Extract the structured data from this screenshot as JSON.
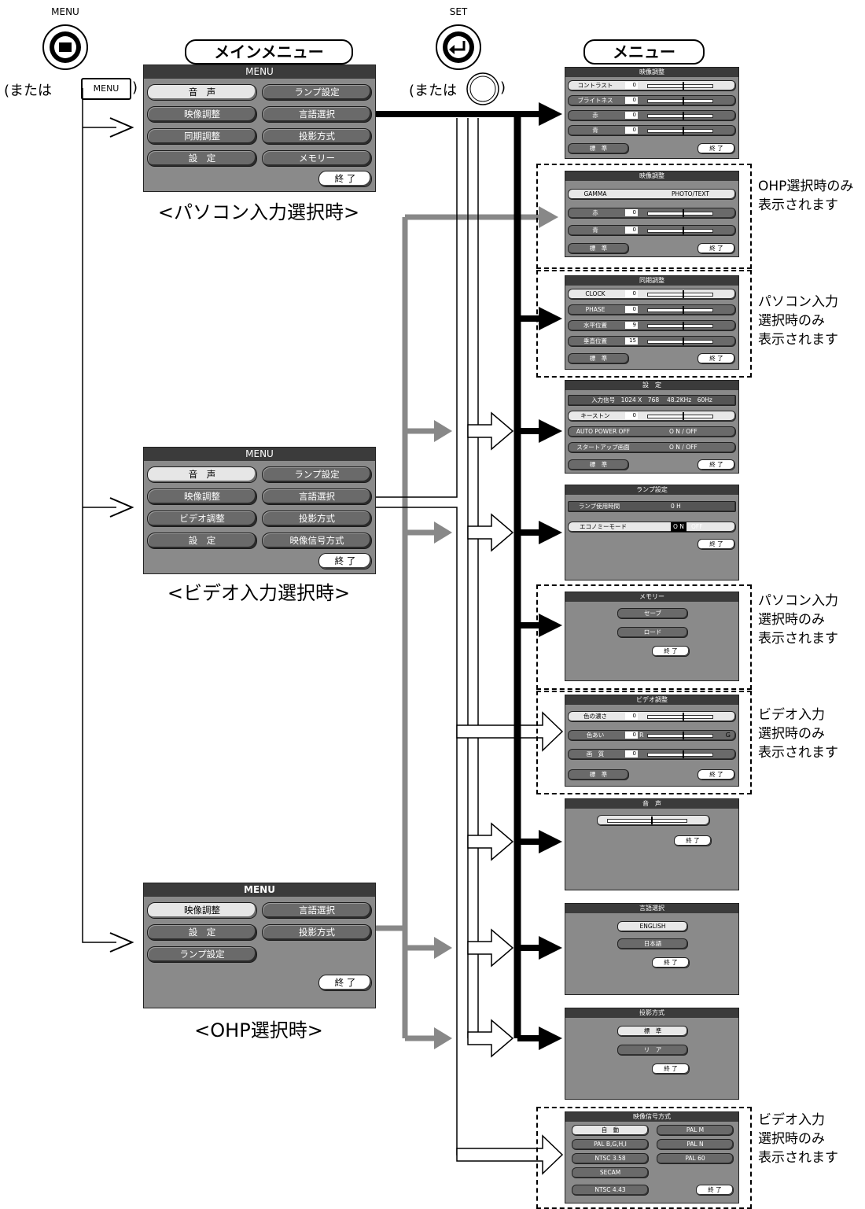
{
  "buttons": {
    "menu_label": "MENU",
    "menu_alt": "(または",
    "menu_key": "MENU",
    "menu_close": ")",
    "set_label": "SET",
    "set_alt": "(または",
    "set_close": ")"
  },
  "headings": {
    "main_menu": "メインメニュー",
    "menu": "メニュー"
  },
  "main_menus": [
    {
      "caption": "<パソコン入力選択時>",
      "header": "MENU",
      "left": [
        "音　声",
        "映像調整",
        "同期調整",
        "設　定"
      ],
      "right": [
        "ランプ設定",
        "言語選択",
        "投影方式",
        "メモリー"
      ],
      "end": "終 了"
    },
    {
      "caption": "<ビデオ入力選択時>",
      "header": "MENU",
      "left": [
        "音　声",
        "映像調整",
        "ビデオ調整",
        "設　定"
      ],
      "right": [
        "ランプ設定",
        "言語選択",
        "投影方式",
        "映像信号方式"
      ],
      "end": "終 了"
    },
    {
      "caption": "<OHP選択時>",
      "header": "MENU",
      "left": [
        "映像調整",
        "設　定",
        "ランプ設定"
      ],
      "right": [
        "言語選択",
        "投影方式"
      ],
      "end": "終 了"
    }
  ],
  "submenus": {
    "picture": {
      "title": "映像調整",
      "rows": [
        {
          "label": "コントラスト",
          "value": "0"
        },
        {
          "label": "ブライトネス",
          "value": "0"
        },
        {
          "label": "赤",
          "value": "0"
        },
        {
          "label": "青",
          "value": "0"
        }
      ],
      "reset": "標　準",
      "end": "終 了"
    },
    "picture_ohp": {
      "title": "映像調整",
      "gamma_label": "GAMMA",
      "gamma_value": "PHOTO/TEXT",
      "rows": [
        {
          "label": "赤",
          "value": "0"
        },
        {
          "label": "青",
          "value": "0"
        }
      ],
      "reset": "標　準",
      "end": "終 了"
    },
    "sync": {
      "title": "同期調整",
      "rows": [
        {
          "label": "CLOCK",
          "value": "0"
        },
        {
          "label": "PHASE",
          "value": "0"
        },
        {
          "label": "水平位置",
          "value": "9"
        },
        {
          "label": "垂直位置",
          "value": "15"
        }
      ],
      "reset": "標　準",
      "end": "終 了"
    },
    "setup": {
      "title": "設　定",
      "input_signal": "入力信号　1024 X　768　 48.2KHz　60Hz",
      "keystone_label": "キーストン",
      "keystone_value": "0",
      "auto_power": "AUTO POWER OFF",
      "auto_power_state": "O N / OFF",
      "startup": "スタートアップ画面",
      "startup_state": "O N / OFF",
      "reset": "標　準",
      "end": "終 了"
    },
    "lamp": {
      "title": "ランプ設定",
      "hours_label": "ランプ使用時間",
      "hours_value": "0 H",
      "eco_label": "エコノミーモード",
      "eco_on": "O N",
      "eco_off": "OFF",
      "end": "終 了"
    },
    "memory": {
      "title": "メモリー",
      "save": "セーブ",
      "load": "ロード",
      "end": "終 了"
    },
    "video": {
      "title": "ビデオ調整",
      "rows": [
        {
          "label": "色の濃さ",
          "value": "0"
        },
        {
          "label": "色あい",
          "value": "0"
        },
        {
          "label": "画　質",
          "value": "0"
        }
      ],
      "hue_r": "R",
      "hue_g": "G",
      "reset": "標　準",
      "end": "終 了"
    },
    "audio": {
      "title": "音　声",
      "end": "終 了"
    },
    "language": {
      "title": "言語選択",
      "options": [
        "ENGLISH",
        "日本語"
      ],
      "end": "終 了"
    },
    "projection": {
      "title": "投影方式",
      "options": [
        "標　準",
        "リ　ア"
      ],
      "end": "終 了"
    },
    "signal": {
      "title": "映像信号方式",
      "left": [
        "自　動",
        "PAL B,G,H,I",
        "NTSC 3.58",
        "SECAM",
        "NTSC 4.43"
      ],
      "right": [
        "PAL M",
        "PAL N",
        "PAL 60"
      ],
      "end": "終 了"
    }
  },
  "notes": {
    "ohp_only": "OHP選択時のみ\n表示されます",
    "pc_only_1": "パソコン入力\n選択時のみ\n表示されます",
    "pc_only_2": "パソコン入力\n選択時のみ\n表示されます",
    "video_only_1": "ビデオ入力\n選択時のみ\n表示されます",
    "video_only_2": "ビデオ入力\n選択時のみ\n表示されます"
  }
}
